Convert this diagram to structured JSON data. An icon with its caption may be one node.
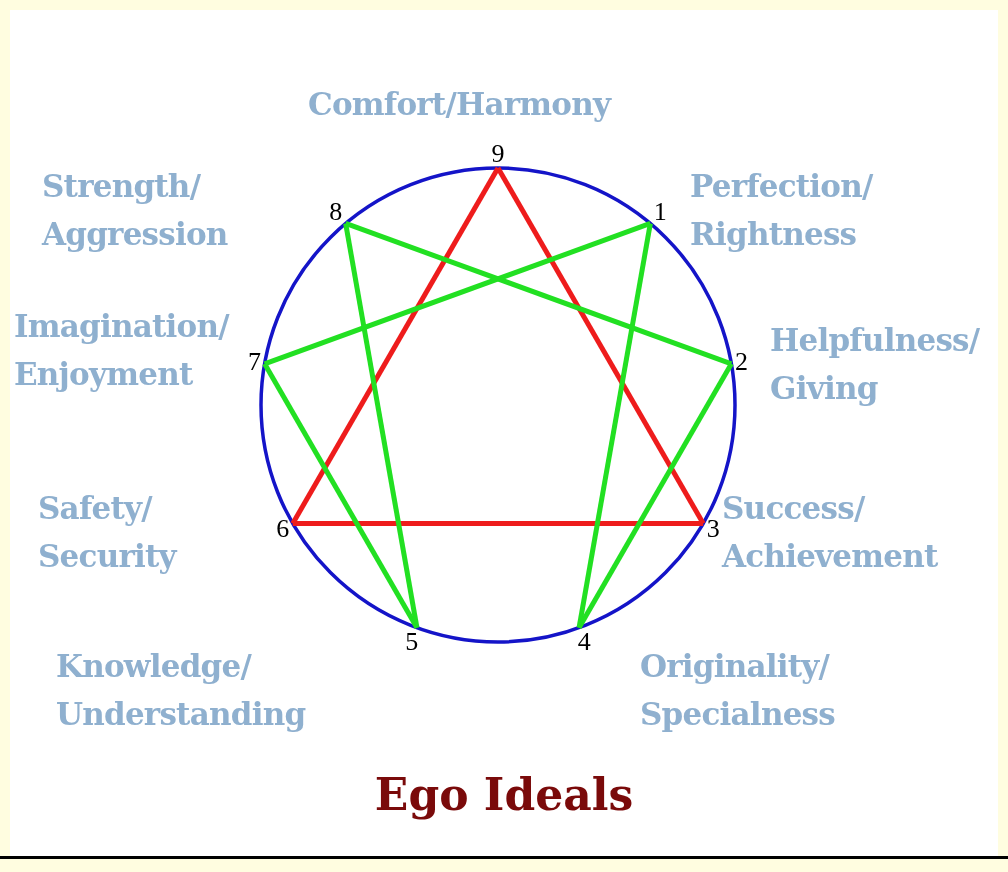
{
  "diagram": {
    "title": "Ego Ideals",
    "nodes": [
      {
        "text": [
          "9"
        ],
        "beside": [
          "Comfort/Harmony"
        ]
      },
      {
        "text": [
          "8"
        ],
        "beside": [
          "Strength/ Aggression"
        ]
      },
      {
        "text": [
          "1"
        ],
        "beside": [
          "Perfection/ Rightness"
        ]
      },
      {
        "text": [
          "7"
        ],
        "beside": [
          "Imagination/ Enjoyment"
        ]
      },
      {
        "text": [
          "2"
        ],
        "beside": [
          "Helpfulness/ Giving"
        ]
      },
      {
        "text": [
          "6"
        ],
        "beside": [
          "Safety/ Security"
        ]
      },
      {
        "text": [
          "3"
        ],
        "beside": [
          "Success/ Achievement"
        ]
      },
      {
        "text": [
          "5"
        ],
        "beside": [
          "Knowledge/ Understanding"
        ]
      },
      {
        "text": [
          "4"
        ],
        "beside": [
          "Originality/ Specialness"
        ]
      }
    ],
    "edges": [
      {
        "from": 0,
        "to": 6,
        "arrow": "none",
        "color": "#ee1c1c"
      },
      {
        "from": 6,
        "to": 5,
        "arrow": "none",
        "color": "#ee1c1c"
      },
      {
        "from": 5,
        "to": 0,
        "arrow": "none",
        "color": "#ee1c1c"
      },
      {
        "from": 2,
        "to": 8,
        "arrow": "none"
      },
      {
        "from": 8,
        "to": 4,
        "arrow": "none"
      },
      {
        "from": 4,
        "to": 1,
        "arrow": "none"
      },
      {
        "from": 1,
        "to": 7,
        "arrow": "none"
      },
      {
        "from": 7,
        "to": 3,
        "arrow": "none"
      },
      {
        "from": 3,
        "to": 2,
        "arrow": "none"
      }
    ]
  }
}
